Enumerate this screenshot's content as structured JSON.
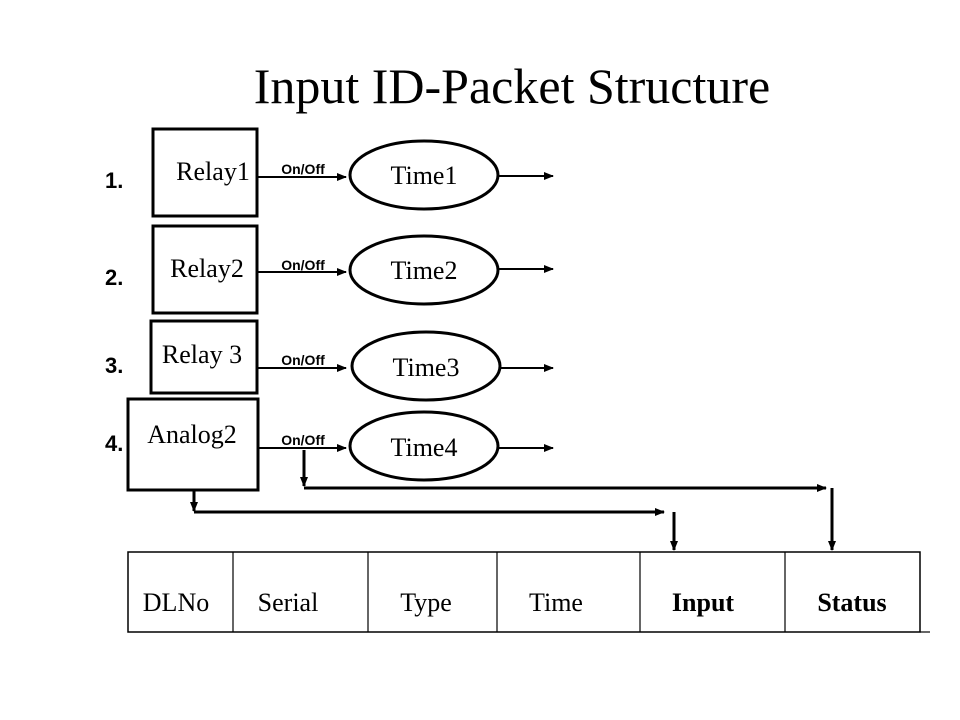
{
  "title": "Input ID-Packet Structure",
  "rows": [
    {
      "number": "1.",
      "source": "Relay1",
      "signal": "On/Off",
      "time": "Time1"
    },
    {
      "number": "2.",
      "source": "Relay2",
      "signal": "On/Off",
      "time": "Time2"
    },
    {
      "number": "3.",
      "source": "Relay 3",
      "signal": "On/Off",
      "time": "Time3"
    },
    {
      "number": "4.",
      "source": "Analog2",
      "signal": "On/Off",
      "time": "Time4"
    }
  ],
  "packet": {
    "fields": [
      {
        "label": "DLNo",
        "bold": false
      },
      {
        "label": "Serial",
        "bold": false
      },
      {
        "label": "Type",
        "bold": false
      },
      {
        "label": "Time",
        "bold": false
      },
      {
        "label": "Input",
        "bold": true
      },
      {
        "label": "Status",
        "bold": true
      }
    ]
  },
  "colors": {
    "stroke": "#000000",
    "background": "#ffffff"
  }
}
